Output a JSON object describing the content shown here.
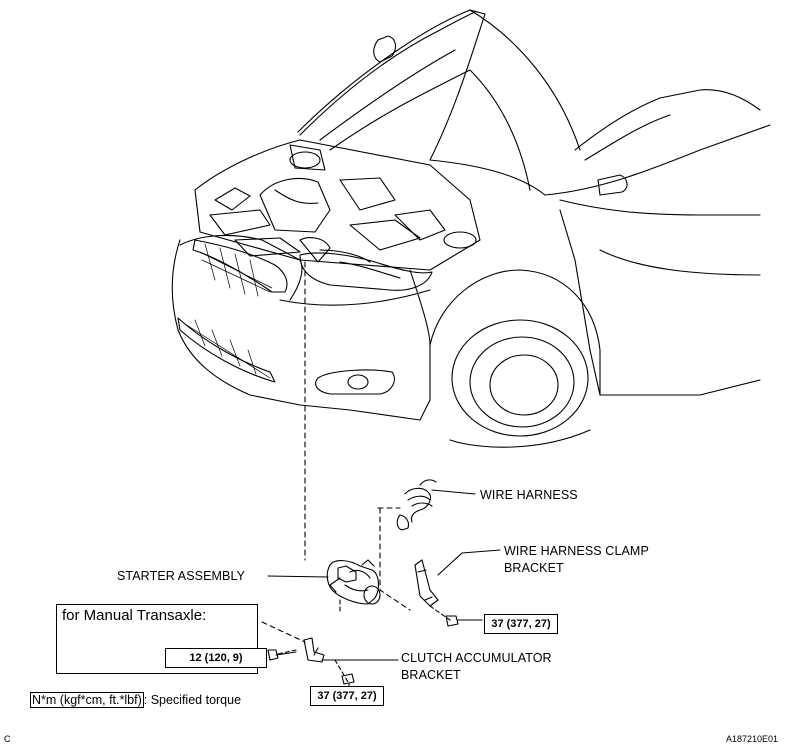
{
  "labels": {
    "wire_harness": "WIRE HARNESS",
    "clamp_bracket_line1": "WIRE HARNESS CLAMP",
    "clamp_bracket_line2": "BRACKET",
    "starter_assembly": "STARTER ASSEMBLY",
    "clutch_line1": "CLUTCH ACCUMULATOR",
    "clutch_line2": "BRACKET"
  },
  "manual_transaxle": {
    "title": "for Manual Transaxle:",
    "torque": "12 (120, 9)"
  },
  "torques": {
    "clamp_bolt": "37 (377, 27)",
    "lower_bolt": "37 (377, 27)"
  },
  "legend": {
    "key": "N*m (kgf*cm, ft.*lbf)",
    "text": ": Specified torque"
  },
  "corner": {
    "left": "C",
    "right": "A187210E01"
  }
}
